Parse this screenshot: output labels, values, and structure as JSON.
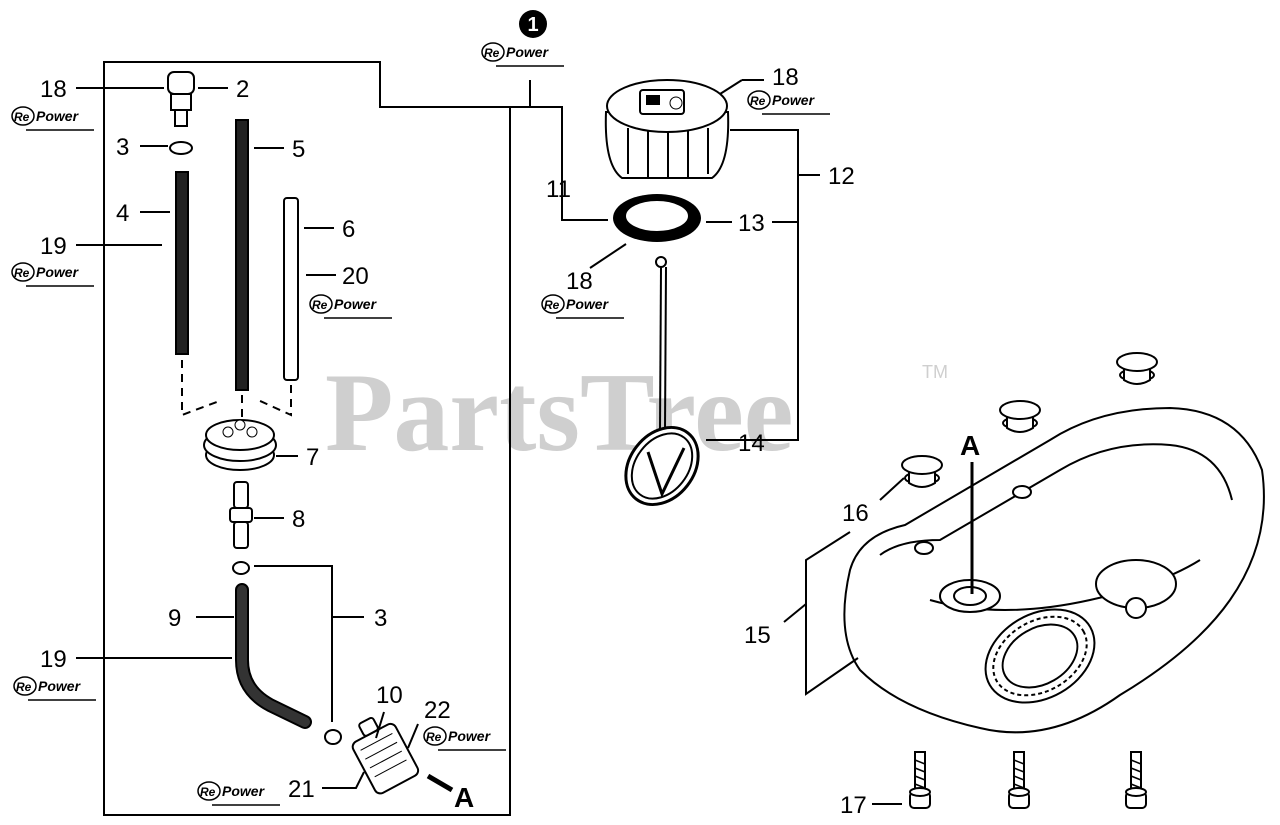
{
  "watermark": {
    "text": "PartsTree",
    "tm": "TM"
  },
  "badge": {
    "number": "1"
  },
  "repower": {
    "re": "Re",
    "power": "Power"
  },
  "callouts": {
    "c1": "18",
    "c2": "2",
    "c3": "3",
    "c4": "5",
    "c5": "4",
    "c6": "19",
    "c7": "6",
    "c8": "20",
    "c9": "7",
    "c10": "8",
    "c11": "9",
    "c12": "3",
    "c13": "19",
    "c14": "10",
    "c15": "22",
    "c16": "21",
    "c17": "A",
    "c18": "11",
    "c19": "18",
    "c20": "12",
    "c21": "13",
    "c22": "18",
    "c23": "14",
    "c24": "A",
    "c25": "16",
    "c26": "15",
    "c27": "17"
  }
}
